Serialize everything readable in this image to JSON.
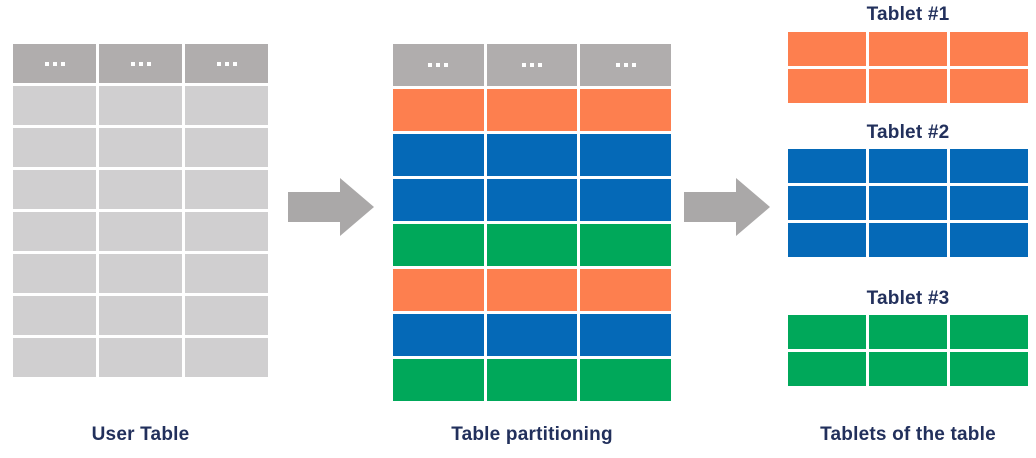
{
  "colors": {
    "header_gray": "#b0adad",
    "cell_gray": "#d0cfd0",
    "orange": "#fd7f4f",
    "blue": "#0569b7",
    "green": "#00a85a",
    "arrow_gray": "#aaa8a8",
    "text_navy": "#22305c",
    "background": "#ffffff"
  },
  "user_table": {
    "caption": "User Table",
    "columns": 3,
    "header_label": "...",
    "header_icon": "ellipsis-icon",
    "body_rows": 7,
    "row_color": "cell-plain"
  },
  "partitioned_table": {
    "caption": "Table partitioning",
    "columns": 3,
    "header_label": "...",
    "header_icon": "ellipsis-icon",
    "row_colors": [
      "cell-orange",
      "cell-blue",
      "cell-blue",
      "cell-green",
      "cell-orange",
      "cell-blue",
      "cell-green"
    ]
  },
  "arrows": {
    "arrow_1_name": "arrow-right-icon",
    "arrow_2_name": "arrow-right-icon"
  },
  "tablets": {
    "caption": "Tablets of the table",
    "items": [
      {
        "title": "Tablet #1",
        "color": "cell-orange",
        "rows": 2,
        "columns": 3
      },
      {
        "title": "Tablet #2",
        "color": "cell-blue",
        "rows": 3,
        "columns": 3
      },
      {
        "title": "Tablet #3",
        "color": "cell-green",
        "rows": 2,
        "columns": 3
      }
    ]
  }
}
